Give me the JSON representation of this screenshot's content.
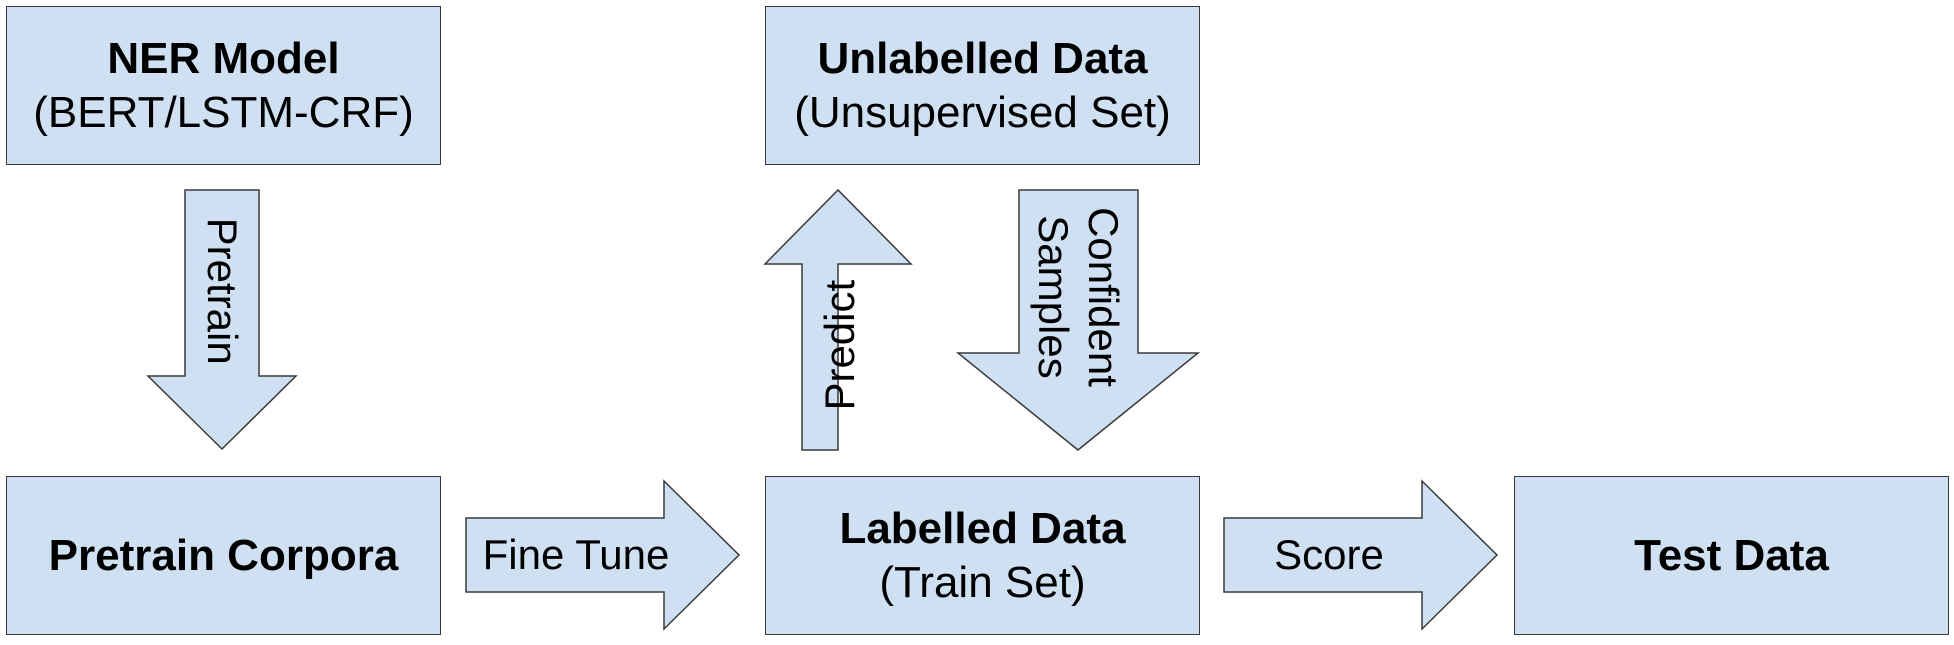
{
  "boxes": {
    "ner_model": {
      "title": "NER Model",
      "subtitle": "(BERT/LSTM-CRF)"
    },
    "unlabelled_data": {
      "title": "Unlabelled Data",
      "subtitle": "(Unsupervised Set)"
    },
    "pretrain_corpora": {
      "title": "Pretrain Corpora"
    },
    "labelled_data": {
      "title": "Labelled Data",
      "subtitle": "(Train Set)"
    },
    "test_data": {
      "title": "Test Data"
    }
  },
  "arrows": {
    "pretrain": "Pretrain",
    "predict": "Predict",
    "confident_line1": "Confident",
    "confident_line2": "Samples",
    "fine_tune": "Fine Tune",
    "score": "Score"
  },
  "colors": {
    "box_fill": "#cfe0f3",
    "stroke": "#3a3a3a"
  }
}
